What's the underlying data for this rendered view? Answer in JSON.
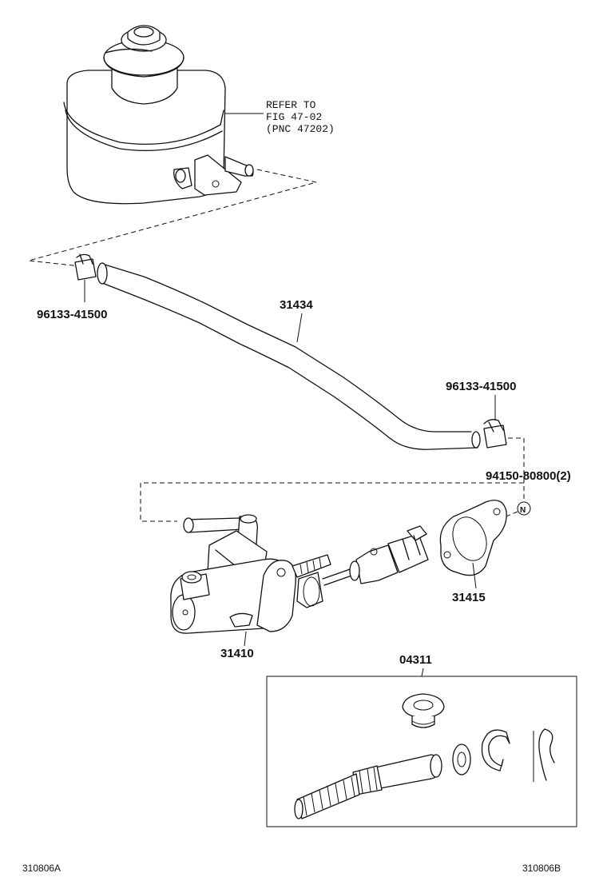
{
  "reservoir_note": {
    "line1": "REFER TO",
    "line2": "FIG 47-02",
    "line3": "(PNC 47202)"
  },
  "parts": {
    "clip_left": "96133-41500",
    "hose": "31434",
    "clip_right": "96133-41500",
    "nut": "94150-80800(2)",
    "nut_marker": "N",
    "gasket": "31415",
    "master_cylinder": "31410",
    "repair_kit": "04311"
  },
  "footer": {
    "code_left": "310806A",
    "code_right": "310806B"
  }
}
